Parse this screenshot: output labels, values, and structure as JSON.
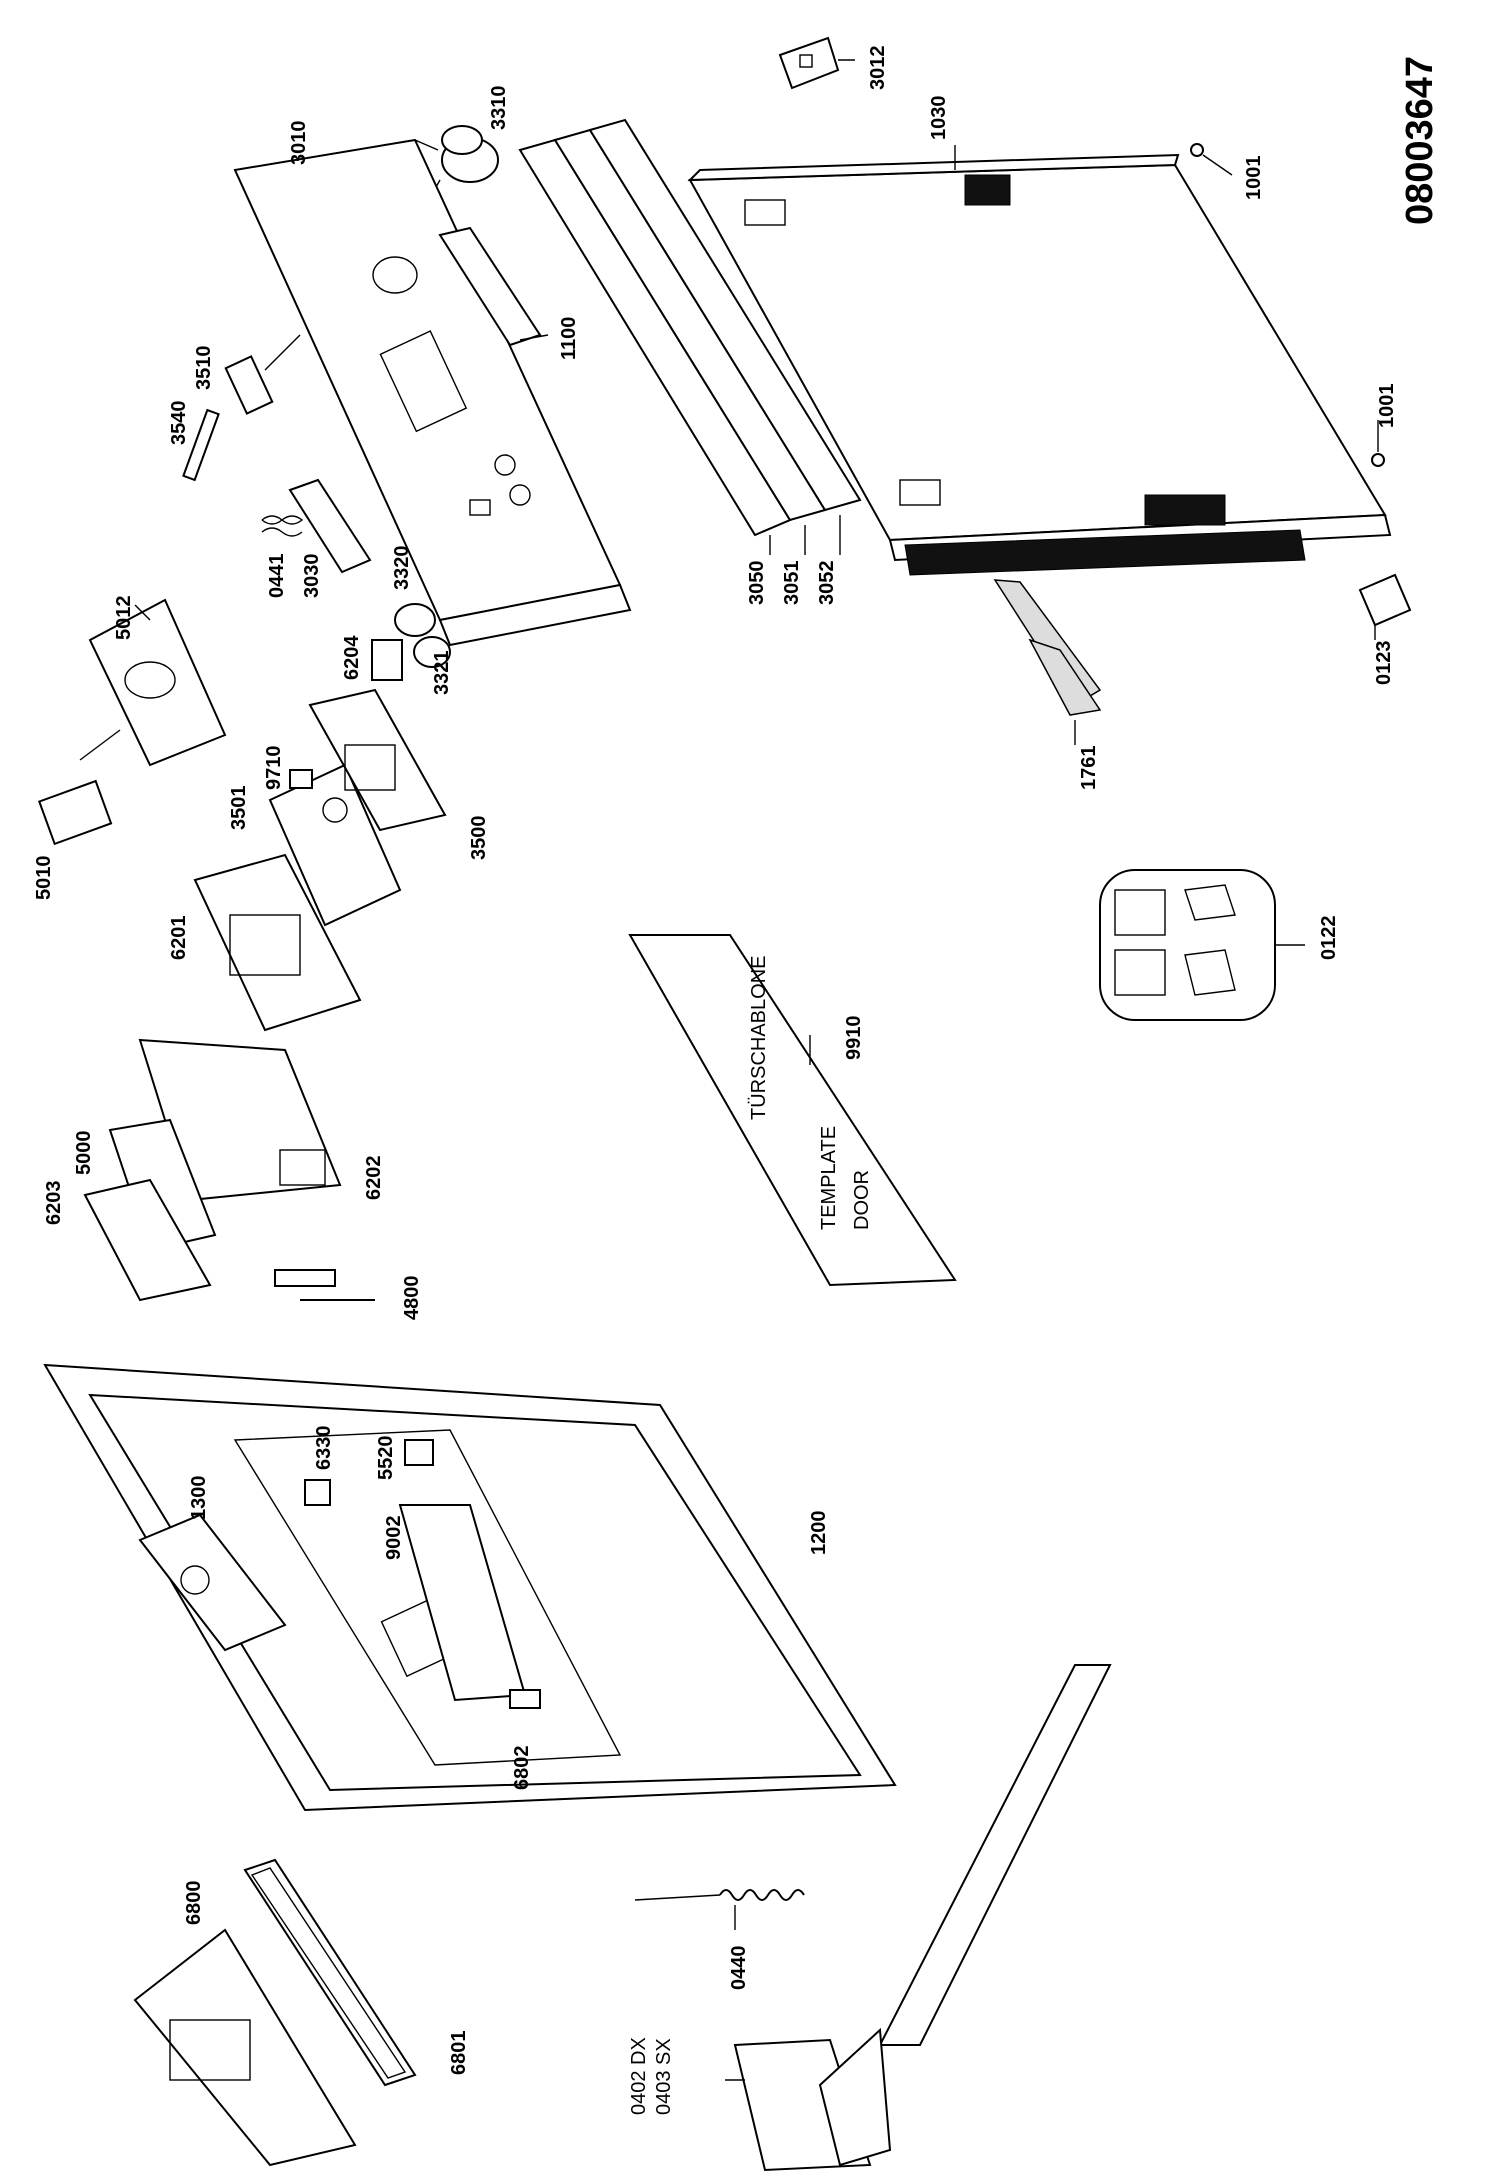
{
  "document_number": "08003647",
  "labels": {
    "p3012": "3012",
    "p3310": "3310",
    "p3010": "3010",
    "p1030": "1030",
    "p1001a": "1001",
    "p1100": "1100",
    "p3510": "3510",
    "p3540": "3540",
    "p1001b": "1001",
    "p0441": "0441",
    "p3030": "3030",
    "p3320": "3320",
    "p3050": "3050",
    "p3051": "3051",
    "p3052": "3052",
    "p5012": "5012",
    "p6204": "6204",
    "p3321": "3321",
    "p0123": "0123",
    "p1761": "1761",
    "p9710": "9710",
    "p3501": "3501",
    "p3500": "3500",
    "p5010": "5010",
    "p6201": "6201",
    "p0122": "0122",
    "p9910": "9910",
    "p5000": "5000",
    "p6203": "6203",
    "p6202": "6202",
    "p4800": "4800",
    "p1300": "1300",
    "p6330": "6330",
    "p5520": "5520",
    "p9002": "9002",
    "p1200": "1200",
    "p6802": "6802",
    "p6800": "6800",
    "p6801": "6801",
    "p0440": "0440",
    "p0402": "0402 DX",
    "p0403": "0403 SX"
  },
  "template": {
    "german": "TÜRSCHABLONE",
    "english_line1": "TEMPLATE",
    "english_line2": "DOOR"
  }
}
